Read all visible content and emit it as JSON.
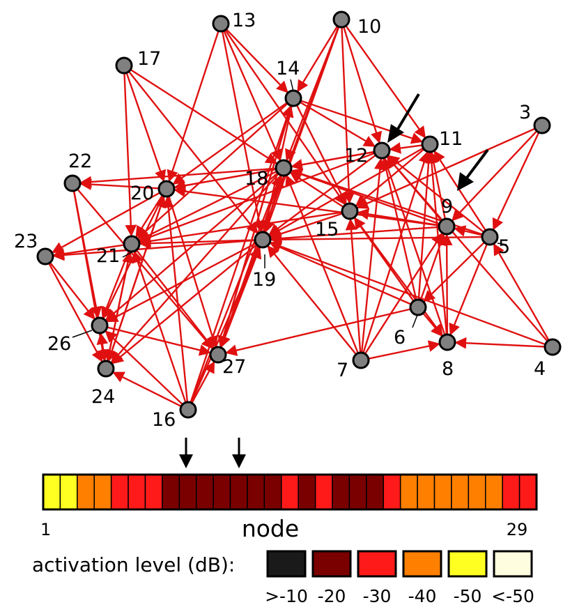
{
  "colors": {
    "edge": "#e01010",
    "node_fill": "#808080",
    "node_stroke": "#000000",
    "arrow_marker": "#000000"
  },
  "nodes": [
    {
      "id": "1",
      "label": ""
    },
    {
      "id": "2",
      "label": ""
    },
    {
      "id": "3",
      "label": "3"
    },
    {
      "id": "4",
      "label": "4"
    },
    {
      "id": "5",
      "label": "5"
    },
    {
      "id": "6",
      "label": "6"
    },
    {
      "id": "7",
      "label": "7"
    },
    {
      "id": "8",
      "label": "8"
    },
    {
      "id": "9",
      "label": "9"
    },
    {
      "id": "10",
      "label": "10"
    },
    {
      "id": "11",
      "label": "11"
    },
    {
      "id": "12",
      "label": "12"
    },
    {
      "id": "13",
      "label": "13"
    },
    {
      "id": "14",
      "label": "14"
    },
    {
      "id": "15",
      "label": "15"
    },
    {
      "id": "16",
      "label": "16"
    },
    {
      "id": "17",
      "label": "17"
    },
    {
      "id": "18",
      "label": "18"
    },
    {
      "id": "19",
      "label": "19"
    },
    {
      "id": "20",
      "label": "20"
    },
    {
      "id": "21",
      "label": "21"
    },
    {
      "id": "22",
      "label": "22"
    },
    {
      "id": "23",
      "label": "23"
    },
    {
      "id": "24",
      "label": "24"
    },
    {
      "id": "25",
      "label": ""
    },
    {
      "id": "26",
      "label": "26"
    },
    {
      "id": "27",
      "label": "27"
    }
  ],
  "edges": [
    [
      "13",
      "20"
    ],
    [
      "13",
      "19"
    ],
    [
      "13",
      "14"
    ],
    [
      "13",
      "18"
    ],
    [
      "13",
      "15"
    ],
    [
      "10",
      "14"
    ],
    [
      "10",
      "18"
    ],
    [
      "10",
      "19"
    ],
    [
      "10",
      "12"
    ],
    [
      "10",
      "11"
    ],
    [
      "10",
      "15"
    ],
    [
      "10",
      "27"
    ],
    [
      "17",
      "20"
    ],
    [
      "17",
      "21"
    ],
    [
      "17",
      "19"
    ],
    [
      "17",
      "18"
    ],
    [
      "14",
      "12"
    ],
    [
      "14",
      "11"
    ],
    [
      "14",
      "19"
    ],
    [
      "14",
      "20"
    ],
    [
      "14",
      "15"
    ],
    [
      "14",
      "27"
    ],
    [
      "14",
      "21"
    ],
    [
      "3",
      "9"
    ],
    [
      "3",
      "5"
    ],
    [
      "3",
      "15"
    ],
    [
      "12",
      "18"
    ],
    [
      "12",
      "19"
    ],
    [
      "12",
      "20"
    ],
    [
      "12",
      "21"
    ],
    [
      "11",
      "19"
    ],
    [
      "11",
      "15"
    ],
    [
      "11",
      "12"
    ],
    [
      "9",
      "12"
    ],
    [
      "9",
      "18"
    ],
    [
      "9",
      "15"
    ],
    [
      "9",
      "19"
    ],
    [
      "9",
      "11"
    ],
    [
      "9",
      "20"
    ],
    [
      "5",
      "9"
    ],
    [
      "5",
      "19"
    ],
    [
      "5",
      "11"
    ],
    [
      "5",
      "12"
    ],
    [
      "5",
      "8"
    ],
    [
      "5",
      "18"
    ],
    [
      "5",
      "6"
    ],
    [
      "15",
      "19"
    ],
    [
      "15",
      "18"
    ],
    [
      "15",
      "21"
    ],
    [
      "15",
      "8"
    ],
    [
      "6",
      "11"
    ],
    [
      "6",
      "12"
    ],
    [
      "6",
      "15"
    ],
    [
      "6",
      "9"
    ],
    [
      "6",
      "8"
    ],
    [
      "6",
      "19"
    ],
    [
      "6",
      "27"
    ],
    [
      "7",
      "9"
    ],
    [
      "7",
      "11"
    ],
    [
      "7",
      "12"
    ],
    [
      "7",
      "15"
    ],
    [
      "7",
      "8"
    ],
    [
      "7",
      "19"
    ],
    [
      "7",
      "18"
    ],
    [
      "8",
      "9"
    ],
    [
      "8",
      "11"
    ],
    [
      "8",
      "12"
    ],
    [
      "4",
      "8"
    ],
    [
      "4",
      "5"
    ],
    [
      "4",
      "12"
    ],
    [
      "4",
      "19"
    ],
    [
      "18",
      "20"
    ],
    [
      "18",
      "22"
    ],
    [
      "18",
      "21"
    ],
    [
      "18",
      "19"
    ],
    [
      "18",
      "24"
    ],
    [
      "18",
      "26"
    ],
    [
      "19",
      "21"
    ],
    [
      "19",
      "23"
    ],
    [
      "19",
      "24"
    ],
    [
      "19",
      "26"
    ],
    [
      "19",
      "18"
    ],
    [
      "19",
      "27"
    ],
    [
      "20",
      "22"
    ],
    [
      "20",
      "24"
    ],
    [
      "20",
      "21"
    ],
    [
      "20",
      "26"
    ],
    [
      "20",
      "23"
    ],
    [
      "20",
      "27"
    ],
    [
      "21",
      "23"
    ],
    [
      "21",
      "24"
    ],
    [
      "21",
      "27"
    ],
    [
      "21",
      "26"
    ],
    [
      "22",
      "26"
    ],
    [
      "22",
      "24"
    ],
    [
      "22",
      "27"
    ],
    [
      "23",
      "26"
    ],
    [
      "23",
      "24"
    ],
    [
      "26",
      "24"
    ],
    [
      "26",
      "27"
    ],
    [
      "16",
      "24"
    ],
    [
      "16",
      "26"
    ],
    [
      "16",
      "20"
    ],
    [
      "16",
      "21"
    ],
    [
      "16",
      "19"
    ],
    [
      "16",
      "18"
    ],
    [
      "16",
      "14"
    ],
    [
      "16",
      "27"
    ],
    [
      "27",
      "19"
    ],
    [
      "27",
      "18"
    ],
    [
      "27",
      "14"
    ],
    [
      "24",
      "26"
    ],
    [
      "24",
      "20"
    ],
    [
      "24",
      "21"
    ]
  ],
  "colorbar": {
    "cells": [
      "-50",
      "-50",
      "-40",
      "-40",
      "-30",
      "-30",
      "-30",
      "-20",
      "-20",
      "-20",
      "-20",
      "-20",
      "-20",
      "-20",
      "-30",
      "-20",
      "-30",
      "-20",
      "-20",
      "-20",
      "-30",
      "-40",
      "-40",
      "-40",
      "-40",
      "-40",
      "-40",
      "-30",
      "-30"
    ],
    "start_label": "1",
    "end_label": "29",
    "axis_label": "node"
  },
  "legend": {
    "title": "activation level (dB):",
    "items": [
      {
        "color": "#1a1a1a",
        "label": ">-10"
      },
      {
        "color": "#7a0000",
        "label": "-20"
      },
      {
        "color": "#ff1a1a",
        "label": "-30"
      },
      {
        "color": "#ff7f00",
        "label": "-40"
      },
      {
        "color": "#ffff22",
        "label": "-50"
      },
      {
        "color": "#fffde0",
        "label": "<-50"
      }
    ]
  },
  "level_colors": {
    "-20": "#7a0000",
    "-30": "#ff1a1a",
    "-40": "#ff7f00",
    "-50": "#ffff22"
  }
}
